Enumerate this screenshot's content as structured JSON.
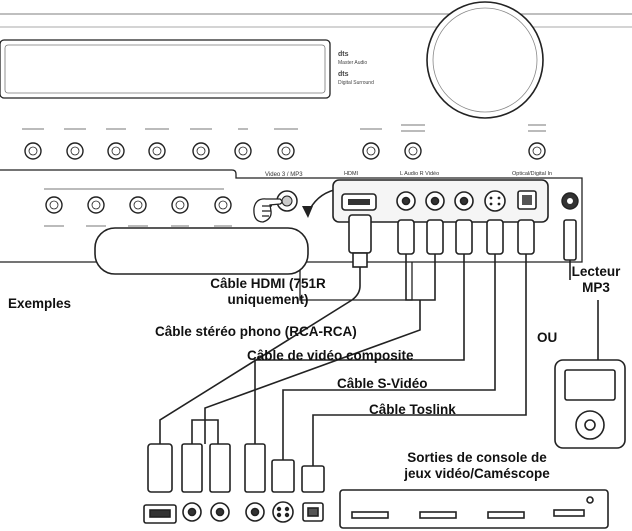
{
  "receiver": {
    "panel_labels": [
      "Video 3 / MP3",
      "HDMI",
      "L  Audio  R  Vidéo",
      "Optical/Digital In"
    ],
    "display_logo_lines": [
      "dts",
      "Master Audio",
      "dts",
      "Digital Surround"
    ]
  },
  "labels": {
    "examples": "Exemples",
    "hdmi_cable_line1": "Câble HDMI (751R",
    "hdmi_cable_line2": "uniquement)",
    "rca_cable": "Câble stéréo phono (RCA-RCA)",
    "composite_cable": "Câble de vidéo composite",
    "svideo_cable": "Câble S-Vidéo",
    "toslink_cable": "Câble Toslink",
    "mp3_line1": "Lecteur",
    "mp3_line2": "MP3",
    "or": "OU",
    "console_line1": "Sorties de console de",
    "console_line2": "jeux vidéo/Caméscope"
  }
}
